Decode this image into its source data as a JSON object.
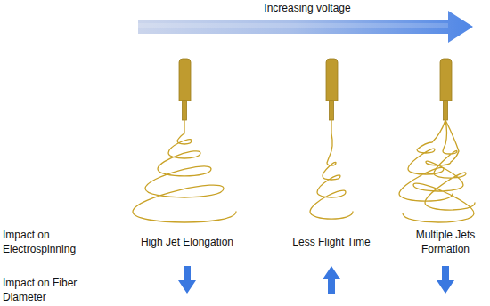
{
  "diagram": {
    "labels": [
      "Increasing voltage",
      "Impact on Electrospinning",
      "High Jet Elongation",
      "Less Flight Time",
      "Multiple Jets Formation",
      "Impact on Fiber Diameter"
    ]
  }
}
